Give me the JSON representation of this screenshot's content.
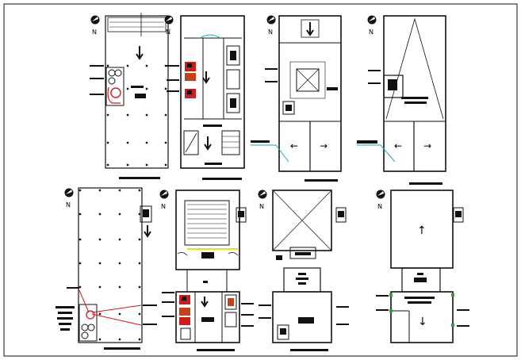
{
  "drawing": {
    "north_label": "N",
    "background": "#ffffff",
    "line_color": "#111111",
    "accent_colors": {
      "furniture_red": "#d21a1a",
      "section_cyan": "#19a7c4",
      "highlight_yellow": "#e8e21a",
      "leader_red": "#e01010",
      "marker_green": "#2aa34a"
    },
    "sheets": [
      {
        "id": "ground-floor-structure",
        "title_text": ""
      },
      {
        "id": "ground-floor-plan",
        "title_text": ""
      },
      {
        "id": "first-floor-plan",
        "title_text": ""
      },
      {
        "id": "roof-plan",
        "title_text": ""
      },
      {
        "id": "foundation-plan",
        "title_text": ""
      },
      {
        "id": "upper-floor-plan",
        "title_text": ""
      },
      {
        "id": "terrace-plan",
        "title_text": ""
      },
      {
        "id": "top-roof-plan",
        "title_text": ""
      }
    ]
  }
}
